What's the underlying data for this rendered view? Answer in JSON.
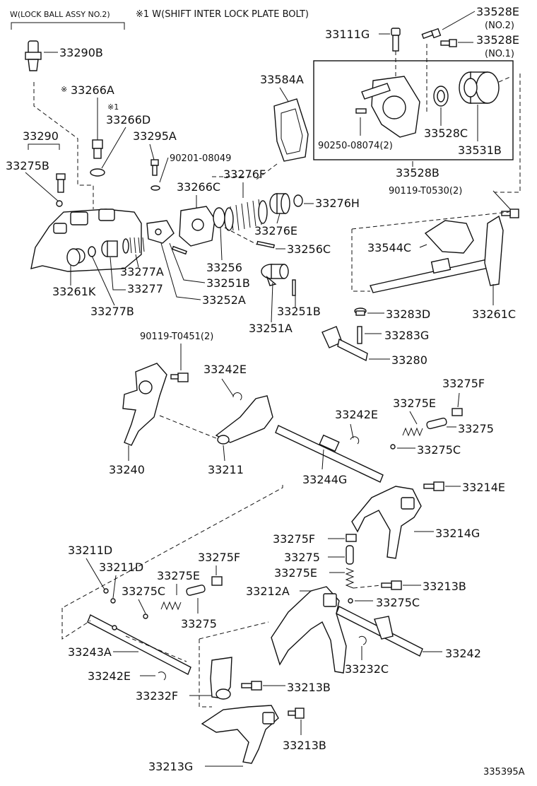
{
  "header": {
    "note_lock_ball": "W(LOCK BALL ASSY NO.2)",
    "note_bolt": "※1 W(SHIFT INTER LOCK PLATE BOLT)"
  },
  "labels": {
    "p33290B": "33290B",
    "p33266A": "33266A",
    "mark_star": "※",
    "mark_star1": "※1",
    "p33266D": "33266D",
    "p33290": "33290",
    "p33295A": "33295A",
    "p33275B": "33275B",
    "p90201": "90201-08049",
    "p33276F": "33276F",
    "p33266C": "33266C",
    "p33276H": "33276H",
    "p33276E": "33276E",
    "p33256C": "33256C",
    "p33256": "33256",
    "p33277A": "33277A",
    "p33251B_a": "33251B",
    "p33277": "33277",
    "p33261K": "33261K",
    "p33252A": "33252A",
    "p33277B": "33277B",
    "p33251B_b": "33251B",
    "p33251A": "33251A",
    "p33584A": "33584A",
    "p33111G": "33111G",
    "p33528E_2": "33528E",
    "no2": "(NO.2)",
    "p33528E_1": "33528E",
    "no1": "(NO.1)",
    "p90250": "90250-08074(2)",
    "p33528C": "33528C",
    "p33531B": "33531B",
    "p33528B": "33528B",
    "p90119_0530": "90119-T0530(2)",
    "p33544C": "33544C",
    "p33261C": "33261C",
    "p33283D": "33283D",
    "p33283G": "33283G",
    "p33280": "33280",
    "p90119_0451": "90119-T0451(2)",
    "p33242E_a": "33242E",
    "p33275F_a": "33275F",
    "p33275E_a": "33275E",
    "p33242E_b": "33242E",
    "p33275_a": "33275",
    "p33275C_a": "33275C",
    "p33240": "33240",
    "p33211": "33211",
    "p33244G": "33244G",
    "p33214E": "33214E",
    "p33214G": "33214G",
    "p33275F_b": "33275F",
    "p33275_b": "33275",
    "p33275E_b": "33275E",
    "p33211D_a": "33211D",
    "p33211D_b": "33211D",
    "p33275F_c": "33275F",
    "p33275E_c": "33275E",
    "p33275C_b": "33275C",
    "p33212A": "33212A",
    "p33213B_a": "33213B",
    "p33275C_c": "33275C",
    "p33275_c": "33275",
    "p33243A": "33243A",
    "p33242": "33242",
    "p33232C": "33232C",
    "p33242E_c": "33242E",
    "p33213B_b": "33213B",
    "p33232F": "33232F",
    "p33213B_c": "33213B",
    "p33213G": "33213G",
    "code": "335395A"
  }
}
